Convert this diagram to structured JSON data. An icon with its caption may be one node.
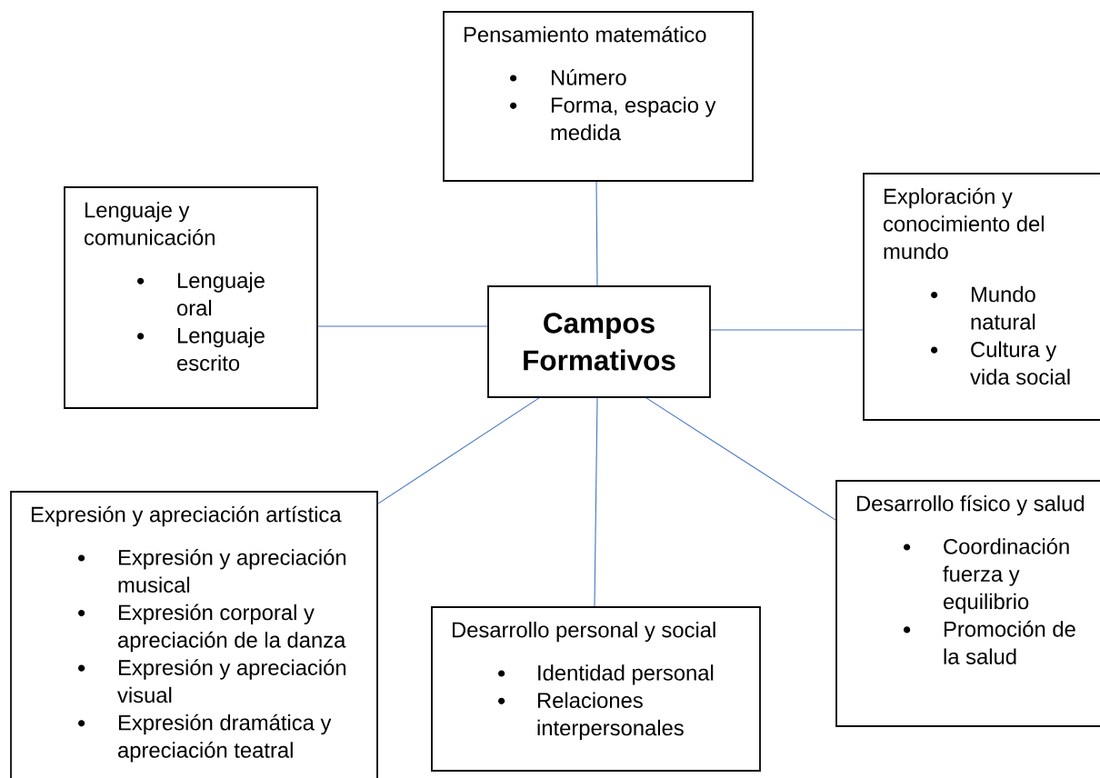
{
  "diagram": {
    "nodes": [
      {
        "text": [
          "Campos Formativos"
        ]
      },
      {
        "text": [
          "Pensamiento matemático",
          "Número",
          "Forma, espacio y medida"
        ]
      },
      {
        "text": [
          "Lenguaje y comunicación",
          "Lenguaje oral",
          "Lenguaje escrito"
        ]
      },
      {
        "text": [
          "Exploración y conocimiento del mundo",
          "Mundo natural",
          "Cultura y vida social"
        ]
      },
      {
        "text": [
          "Expresión y apreciación artística",
          "Expresión y apreciación musical",
          "Expresión corporal y apreciación de la danza",
          "Expresión y apreciación visual",
          "Expresión dramática y apreciación teatral"
        ]
      },
      {
        "text": [
          "Desarrollo personal y social",
          "Identidad personal",
          "Relaciones interpersonales"
        ]
      },
      {
        "text": [
          "Desarrollo físico y salud",
          "Coordinación fuerza y equilibrio",
          "Promoción de la salud"
        ]
      }
    ],
    "edges": [
      {
        "from": 0,
        "to": 1,
        "arrow": "none"
      },
      {
        "from": 0,
        "to": 2,
        "arrow": "none"
      },
      {
        "from": 0,
        "to": 3,
        "arrow": "none"
      },
      {
        "from": 0,
        "to": 4,
        "arrow": "none"
      },
      {
        "from": 0,
        "to": 5,
        "arrow": "none"
      },
      {
        "from": 0,
        "to": 6,
        "arrow": "none"
      }
    ]
  }
}
